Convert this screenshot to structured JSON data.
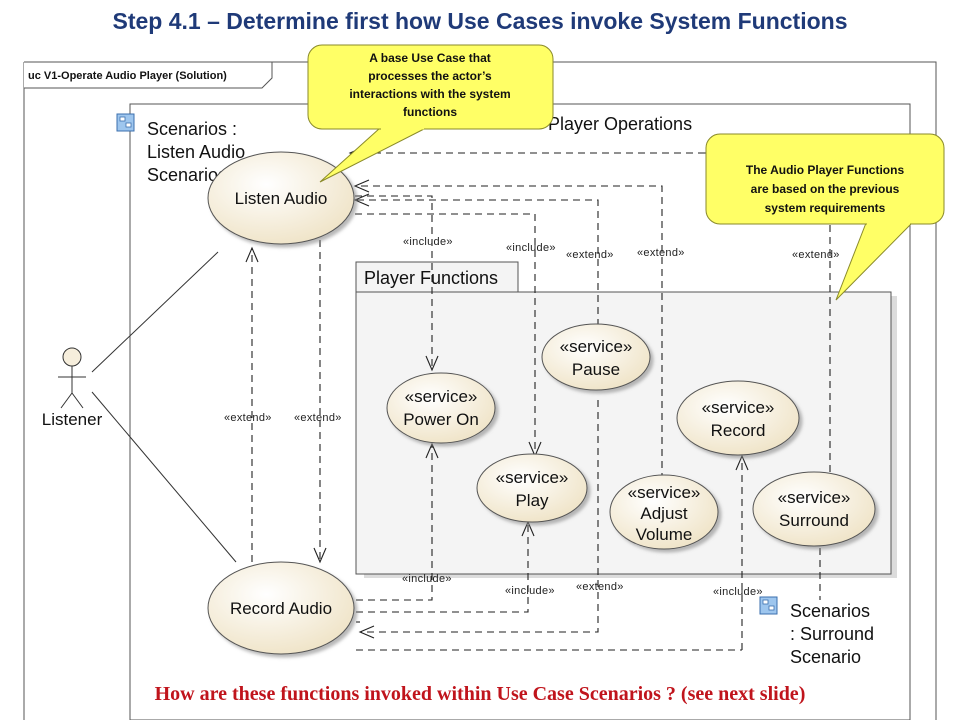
{
  "title": "Step 4.1 – Determine first how Use Cases invoke System Functions",
  "frame_label": "uc V1-Operate Audio Player (Solution)",
  "package_operations": "Player Operations",
  "player_functions_label": "Player Functions",
  "scenarios_listen": [
    "Scenarios :",
    "Listen Audio",
    "Scenarios"
  ],
  "scenarios_surround": [
    "Scenarios",
    ": Surround",
    "Scenario"
  ],
  "actor": "Listener",
  "use_cases": {
    "listen_audio": "Listen Audio",
    "record_audio": "Record Audio"
  },
  "services": {
    "stereotype": "«service»",
    "power_on": "Power On",
    "play": "Play",
    "pause": "Pause",
    "record": "Record",
    "adjust_volume": [
      "Adjust",
      "Volume"
    ],
    "surround": "Surround"
  },
  "relations": {
    "include": "«include»",
    "extend": "«extend»"
  },
  "callouts": {
    "base_use_case": [
      "A base Use Case  that",
      "processes the actor’s",
      "interactions with the system",
      "functions"
    ],
    "audio_functions": [
      "The Audio Player Functions",
      "are based on the previous",
      "system requirements"
    ]
  },
  "caption": "How are these functions invoked within Use Case Scenarios ? (see next slide)",
  "colors": {
    "title": "#1f3a78",
    "caption": "#c0141c",
    "usecase_fill": "#f6eedc",
    "callout_fill": "#ffff66",
    "package_fill": "#f4f4f4"
  }
}
